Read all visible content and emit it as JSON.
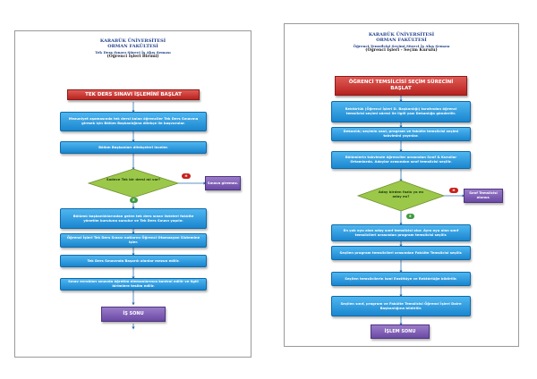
{
  "colors": {
    "title_blue": "#1f3e8a",
    "start_red": "#c0302c",
    "process_blue": "#2a9be0",
    "end_purple": "#7d5cb5",
    "decision_green": "#9cc84a",
    "yes_green": "#3f9a3f",
    "no_red": "#c8201b"
  },
  "left": {
    "header": {
      "line1": "KARABÜK ÜNİVERSİTESİ",
      "line2": "ORMAN FAKÜLTESİ",
      "line3": "Tek Ders Sınavı Süreci İş Akış Şeması",
      "line4": "(Öğrenci İşleri Birimi)"
    },
    "start": "TEK DERS SINAVI İŞLEMİNİ BAŞLAT",
    "steps": [
      "Mezuniyet aşamasında tek dersi kalan öğrenciler Tek Ders Sınavına girmek için Bölüm Başkanlığına dilekçe ile başvurular.",
      "Bölüm Başkanları dilekçeleri inceler.",
      "Bölümü başkanlıklarından gelen tek ders sınav listeleri fakülte yönetim kuruluna sunulur ve Tek Ders Sınavı yapılır.",
      "Öğrenci İşleri Tek Ders Sınavı notlarını Öğrenci Otomasyon Sistemine işler.",
      "Tek Ders Sınavında Başarılı olanlar mezun edilir.",
      "Sınav evrakları sınavda öğretim elemanlarınca kontrol edilir ve ilgili birimlere teslim edilir."
    ],
    "decision": "Sadece Tek bir dersi mi var?",
    "no_label": "H",
    "yes_label": "E",
    "no_box": "Sınava giremez.",
    "end": "İŞ SONU"
  },
  "right": {
    "header": {
      "line1": "KARABÜK ÜNİVERSİTESİ",
      "line2": "ORMAN FAKÜLTESİ",
      "line3": "Öğrenci Temsilcisi Seçimi Süreci İş Akış Şeması",
      "line4": "(Öğrenci İşleri - Seçim Kurulu)"
    },
    "start": "ÖĞRENCİ TEMSİLCİSİ SEÇİM SÜRECİNİ BAŞLAT",
    "steps_top": [
      "Rektörlük (Öğrenci İşleri D. Başkanlığı) tarafından öğrenci temsilcisi seçimi süreci ile ilgili yazı Dekanlığa gönderilir.",
      "Dekanlık; seçimin usul, program ve fakülte temsilcisi seçimi takvimini yayınlar.",
      "Bölümlerin takvimde öğrenciler arasından Sınıf & Kurullar Ortamlarda. Adaylar arasından sınıf temsilcisi seçilir."
    ],
    "decision": "Aday birden fazla ya mı aday mı?",
    "no_label": "H",
    "yes_label": "E",
    "no_box": "Sınıf Temsilcisi olunur.",
    "steps_bottom": [
      "En çok oyu alan aday sınıf temsilcisi olur. Aynı oyu alan sınıf temsilcileri arasından program temsilcisi seçilir.",
      "Seçilen program temsilcileri arasından Fakülte Temsilcisi seçilir.",
      "Seçilen temsilcilerin ismi Enstitüye ve Rektörlüğe bildirilir.",
      "Seçilen sınıf, program ve Fakülte Temsilcisi Öğrenci İşleri Daire Başkanlığına bildirilir."
    ],
    "end": "İŞLEM SONU"
  }
}
